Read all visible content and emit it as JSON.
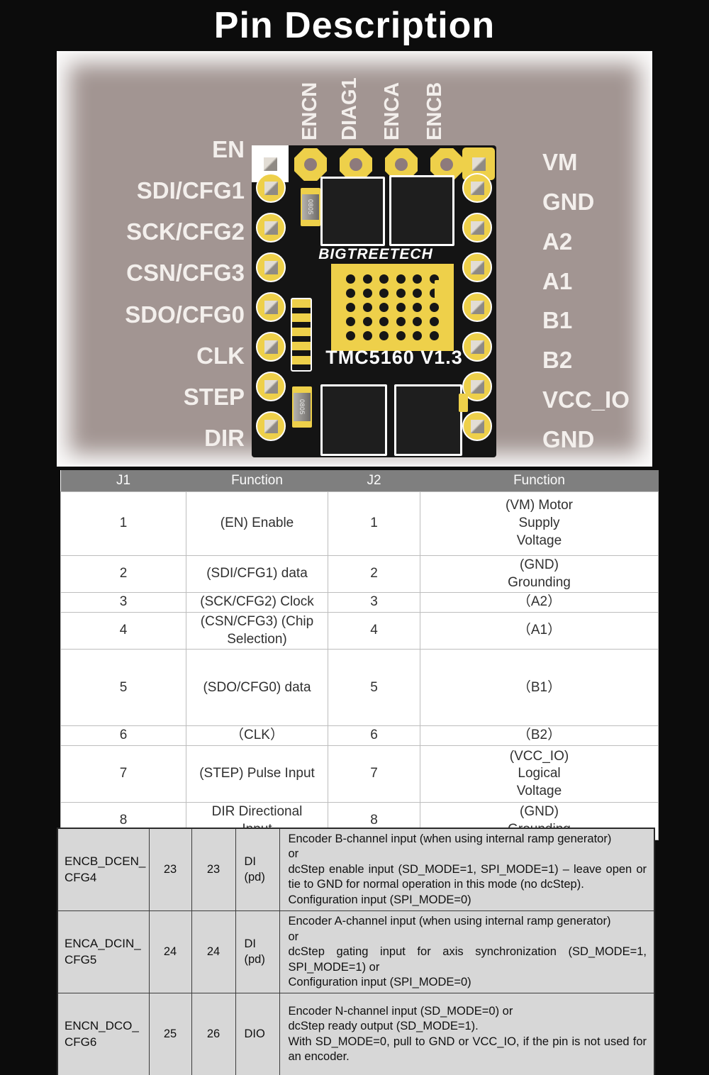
{
  "title": "Pin Description",
  "board": {
    "left_pins": [
      "EN",
      "SDI/CFG1",
      "SCK/CFG2",
      "CSN/CFG3",
      "SDO/CFG0",
      "CLK",
      "STEP",
      "DIR"
    ],
    "top_pins": [
      "ENCN",
      "DIAG1",
      "ENCA",
      "ENCB"
    ],
    "right_pins": [
      "VM",
      "GND",
      "A2",
      "A1",
      "B1",
      "B2",
      "VCC_IO",
      "GND"
    ],
    "brand": "BIGTREETECH",
    "model": "TMC5160 V1.3",
    "smd_label": "0805"
  },
  "pin_table": {
    "headers": [
      "J1",
      "Function",
      "J2",
      "Function"
    ],
    "rows": [
      {
        "j1": "1",
        "f1": "(EN) Enable",
        "j2": "1",
        "f2": "(VM) Motor\nSupply\nVoltage"
      },
      {
        "j1": "2",
        "f1": "(SDI/CFG1) data",
        "j2": "2",
        "f2": "(GND)\nGrounding"
      },
      {
        "j1": "3",
        "f1": "(SCK/CFG2) Clock",
        "j2": "3",
        "f2": "（A2）"
      },
      {
        "j1": "4",
        "f1": "(CSN/CFG3) (Chip\nSelection)",
        "j2": "4",
        "f2": "（A1）"
      },
      {
        "j1": "5",
        "f1": "(SDO/CFG0) data",
        "j2": "5",
        "f2": "（B1）"
      },
      {
        "j1": "6",
        "f1": "（CLK）",
        "j2": "6",
        "f2": "（B2）"
      },
      {
        "j1": "7",
        "f1": "(STEP) Pulse Input",
        "j2": "7",
        "f2": "(VCC_IO)\nLogical\nVoltage"
      },
      {
        "j1": "8",
        "f1": "DIR Directional\nInput",
        "j2": "8",
        "f2": "(GND)\nGrounding"
      }
    ]
  },
  "signal_table": {
    "rows": [
      {
        "name": "ENCB_DCEN_\nCFG4",
        "pin_a": "23",
        "pin_b": "23",
        "type": "DI\n(pd)",
        "desc": "Encoder B-channel input (when using internal ramp generator)\nor\ndcStep enable input (SD_MODE=1, SPI_MODE=1) – leave open or tie to GND for normal operation in this mode (no dcStep).\nConfiguration input (SPI_MODE=0)"
      },
      {
        "name": "ENCA_DCIN_\nCFG5",
        "pin_a": "24",
        "pin_b": "24",
        "type": "DI\n(pd)",
        "desc": "Encoder A-channel input (when using internal ramp generator)\nor\ndcStep gating input for axis synchronization (SD_MODE=1, SPI_MODE=1) or\nConfiguration input (SPI_MODE=0)"
      },
      {
        "name": "ENCN_DCO_\nCFG6",
        "pin_a": "25",
        "pin_b": "26",
        "type": "DIO",
        "desc": "Encoder N-channel input (SD_MODE=0) or\ndcStep ready output (SD_MODE=1).\nWith SD_MODE=0, pull to GND or VCC_IO, if the pin is not used for an encoder."
      }
    ]
  },
  "colors": {
    "background": "#0c0c0c",
    "photo_background": "#a29592",
    "pcb_black": "#141414",
    "pad_yellow": "#eed04a",
    "table_header_gray": "#7f7f7f",
    "signal_table_gray": "#d7d7d7"
  }
}
